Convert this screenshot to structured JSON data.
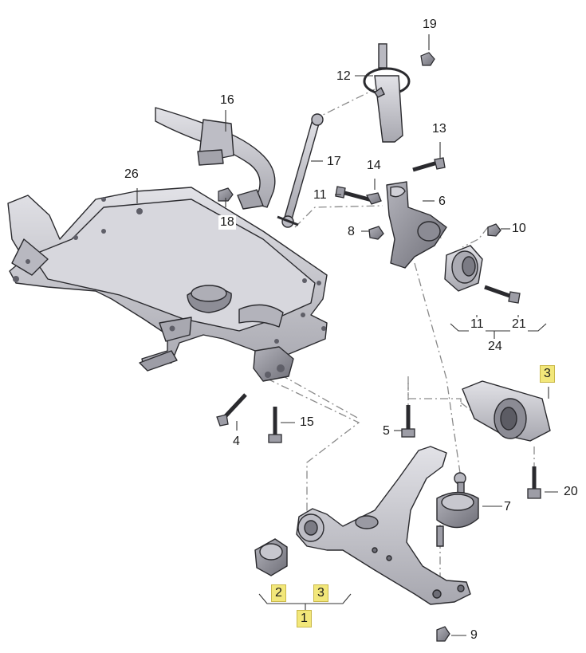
{
  "callouts": {
    "c1": "1",
    "c2": "2",
    "c3a": "3",
    "c3b": "3",
    "c4": "4",
    "c5": "5",
    "c6": "6",
    "c7": "7",
    "c8": "8",
    "c9": "9",
    "c10": "10",
    "c11a": "11",
    "c11b": "11",
    "c12": "12",
    "c13": "13",
    "c14": "14",
    "c15": "15",
    "c16": "16",
    "c17": "17",
    "c18": "18",
    "c19": "19",
    "c20": "20",
    "c21": "21",
    "c24": "24",
    "c26": "26"
  },
  "colors": {
    "part_fill": "#c9c9cf",
    "part_shade": "#9a9aa3",
    "part_dark": "#6d6d76",
    "outline": "#2a2a2e",
    "leader": "#333333",
    "dashdot": "#8a8a8a",
    "highlight": "#f2e77a"
  }
}
